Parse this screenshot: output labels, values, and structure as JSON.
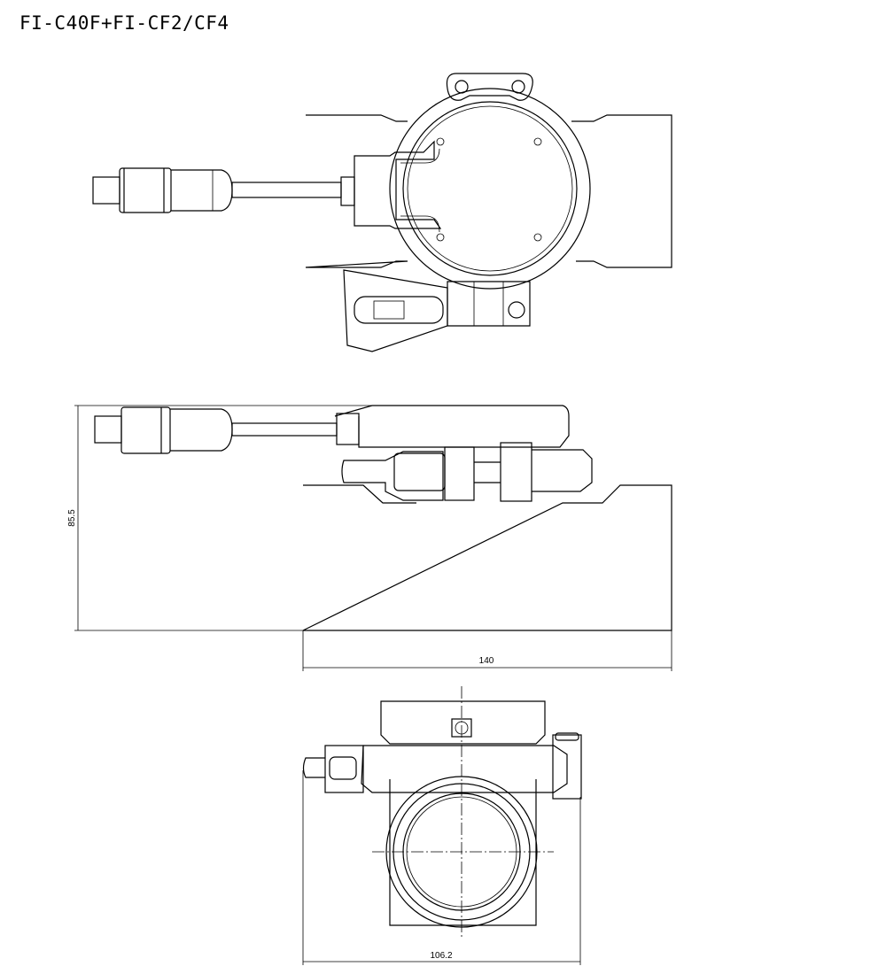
{
  "title": "FI-C40F+FI-CF2/CF4",
  "dimensions": {
    "height": "85.5",
    "length": "140",
    "width": "106.2"
  },
  "views": [
    "top-view",
    "side-view",
    "front-view"
  ]
}
